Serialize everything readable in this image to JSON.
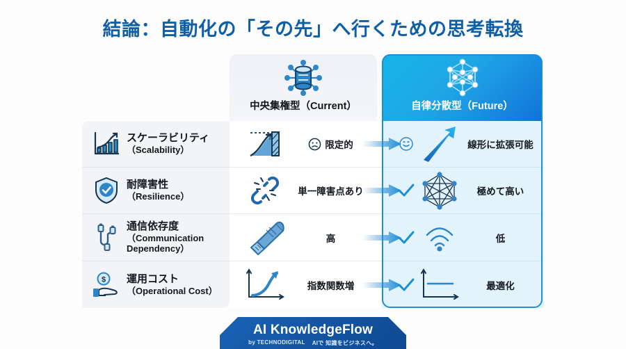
{
  "title": "結論：自動化の「その先」へ行くための思考転換",
  "colors": {
    "title_blue": "#0f5fa8",
    "future_gradient_start": "#17b6e8",
    "future_gradient_end": "#1173d8",
    "future_border": "#1b8fd8",
    "right_cell_bg": "#e3f3fc",
    "left_cell_bg": "#f2f4f8",
    "accent_check": "#1b8fd8"
  },
  "columns": {
    "current": {
      "label": "中央集権型（Current）",
      "icon": "centralized-database-icon"
    },
    "future": {
      "label": "自律分散型（Future）",
      "icon": "distributed-network-icon"
    }
  },
  "rows": [
    {
      "criterion_ja": "スケーラビリティ",
      "criterion_en": "（Scalability）",
      "criterion_icon": "bar-chart-growth-icon",
      "current_icon": "blocked-growth-icon",
      "current_face": "sad-face-icon",
      "current_value": "限定的",
      "future_icon": "upward-arrow-icon",
      "future_marker": "smiley-face-icon",
      "future_value": "線形に拡張可能"
    },
    {
      "criterion_ja": "耐障害性",
      "criterion_en": "（Resilience）",
      "criterion_icon": "shield-check-icon",
      "current_icon": "broken-chain-icon",
      "current_face": "",
      "current_value": "単一障害点あり",
      "future_icon": "mesh-network-icon",
      "future_marker": "check-icon",
      "future_value": "極めて高い"
    },
    {
      "criterion_ja": "通信依存度",
      "criterion_en": "（Communication Dependency）",
      "criterion_icon": "cable-icon",
      "current_icon": "ethernet-plug-icon",
      "current_face": "",
      "current_value": "高",
      "future_icon": "wifi-icon",
      "future_marker": "check-icon",
      "future_value": "低"
    },
    {
      "criterion_ja": "運用コスト",
      "criterion_en": "（Operational Cost）",
      "criterion_icon": "money-hand-icon",
      "current_icon": "exponential-curve-icon",
      "current_face": "",
      "current_value": "指数関数増",
      "future_icon": "flat-line-chart-icon",
      "future_marker": "check-icon",
      "future_value": "最適化"
    }
  ],
  "footer": {
    "brand": "AI KnowledgeFlow",
    "by": "by TECHNODIGITAL",
    "tagline": "AIで 知識をビジネスへ。"
  }
}
